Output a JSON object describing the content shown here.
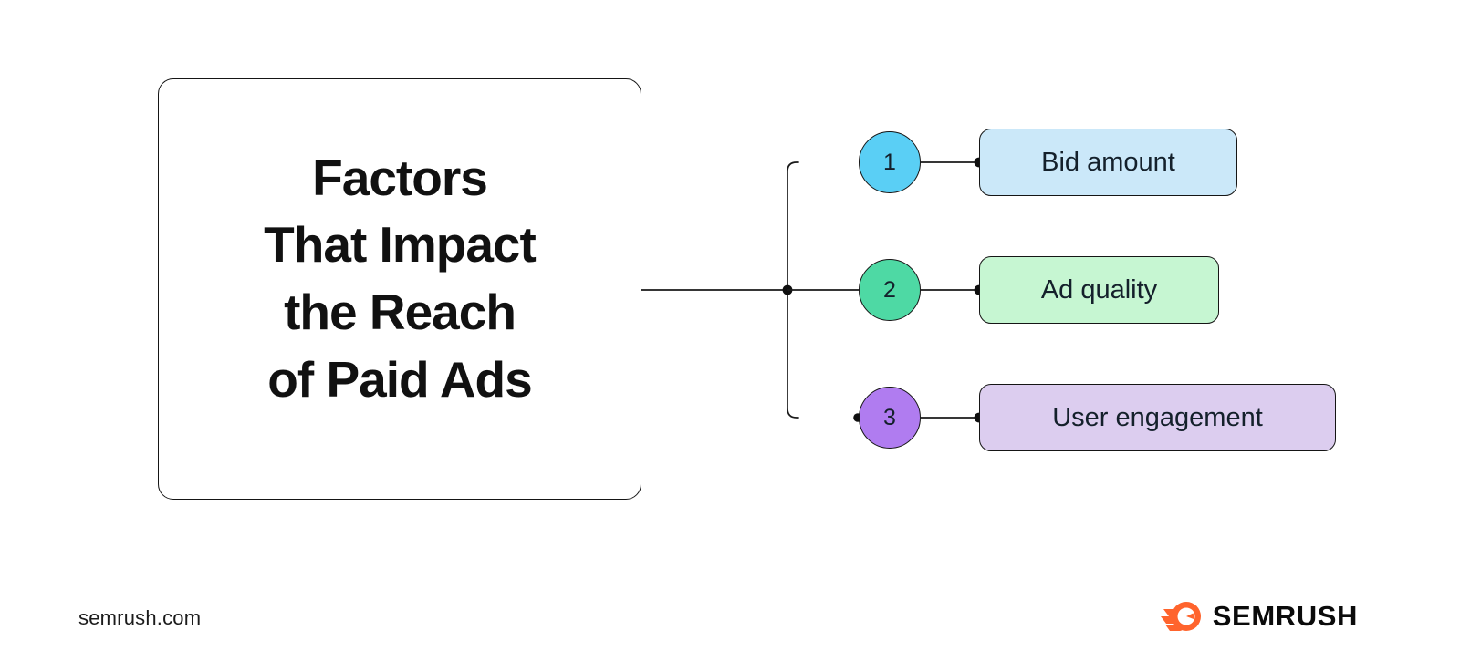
{
  "diagram": {
    "title": "Factors\nThat Impact\nthe Reach\nof Paid Ads",
    "title_lines": [
      "Factors",
      "That Impact",
      "the Reach",
      "of Paid Ads"
    ],
    "branches": [
      {
        "number": "1",
        "label": "Bid amount",
        "circle_color": "#5ACFF5",
        "box_color": "#CBE8F9"
      },
      {
        "number": "2",
        "label": "Ad quality",
        "circle_color": "#4ED9A4",
        "box_color": "#C6F6D2"
      },
      {
        "number": "3",
        "label": "User engagement",
        "circle_color": "#B07CF0",
        "box_color": "#DCCDEF"
      }
    ],
    "connector_color": "#1a1a1a",
    "background_color": "#FFFFFF"
  },
  "footer": {
    "url": "semrush.com",
    "brand_name": "SEMRUSH",
    "brand_color": "#FF642D"
  }
}
